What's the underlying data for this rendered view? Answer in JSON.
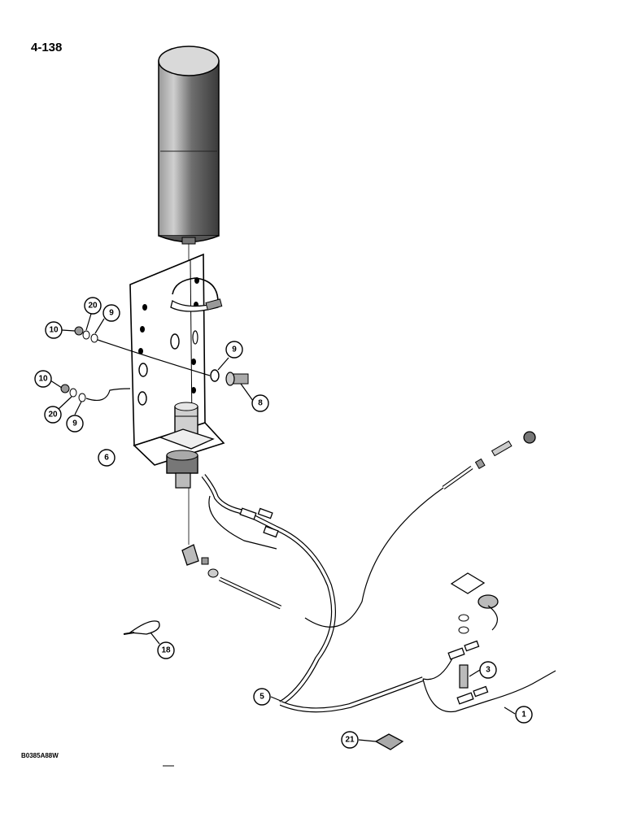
{
  "page": {
    "page_number": "4-138",
    "drawing_code": "B0385A88W"
  },
  "callouts": [
    {
      "id": "c10a",
      "label": "10"
    },
    {
      "id": "c20a",
      "label": "20"
    },
    {
      "id": "c9a",
      "label": "9"
    },
    {
      "id": "c9b",
      "label": "9"
    },
    {
      "id": "c8",
      "label": "8"
    },
    {
      "id": "c10b",
      "label": "10"
    },
    {
      "id": "c20b",
      "label": "20"
    },
    {
      "id": "c9c",
      "label": "9"
    },
    {
      "id": "c6",
      "label": "6"
    },
    {
      "id": "c18",
      "label": "18"
    },
    {
      "id": "c3",
      "label": "3"
    },
    {
      "id": "c5",
      "label": "5"
    },
    {
      "id": "c1",
      "label": "1"
    },
    {
      "id": "c21",
      "label": "21"
    }
  ]
}
